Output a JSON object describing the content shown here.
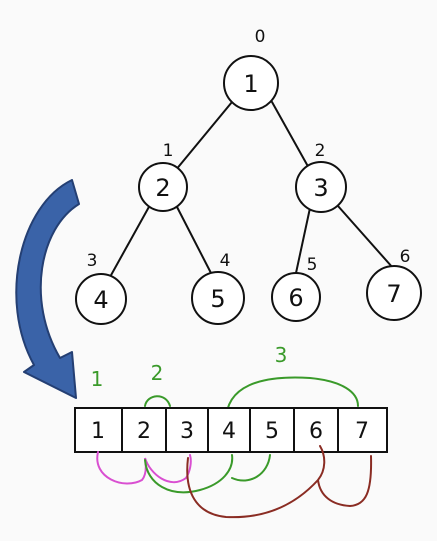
{
  "tree": {
    "nodes": [
      {
        "value": "1",
        "index": "0"
      },
      {
        "value": "2",
        "index": "1"
      },
      {
        "value": "3",
        "index": "2"
      },
      {
        "value": "4",
        "index": "3"
      },
      {
        "value": "5",
        "index": "4"
      },
      {
        "value": "6",
        "index": "5"
      },
      {
        "value": "7",
        "index": "6"
      }
    ]
  },
  "array": {
    "cells": [
      "1",
      "2",
      "3",
      "4",
      "5",
      "6",
      "7"
    ]
  },
  "link_labels": [
    "1",
    "2",
    "3"
  ],
  "colors": {
    "ink": "#111111",
    "arrow_blue": "#3a63a8",
    "arrow_blue_dark": "#243f73",
    "label_green": "#3a9a2a",
    "link_green": "#3a9a2a",
    "link_pink": "#d94fd1",
    "link_maroon": "#8a2c23"
  }
}
